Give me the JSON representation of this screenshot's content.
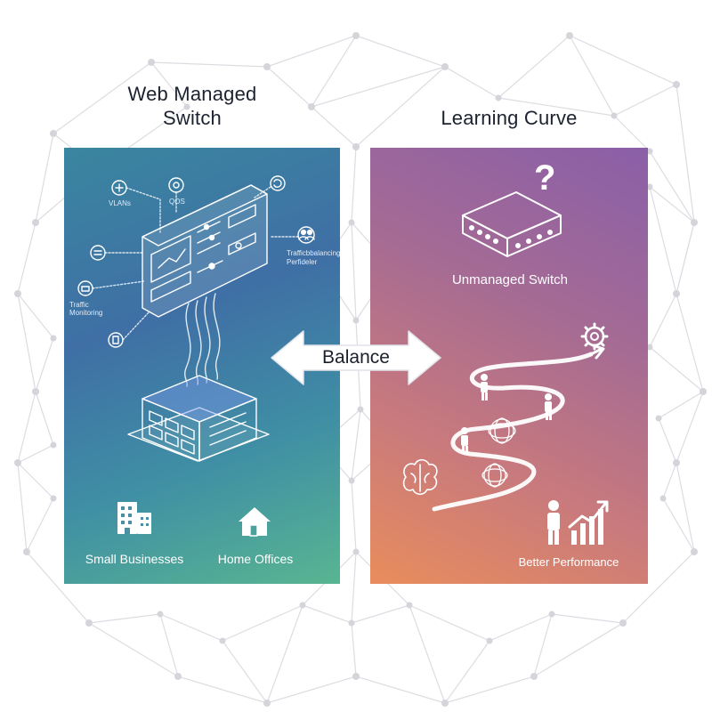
{
  "titles": {
    "left": "Web Managed\nSwitch",
    "right": "Learning Curve"
  },
  "left_panel": {
    "feature_labels": {
      "vlans": "VLANs",
      "qos": "QOS",
      "traffic_balancing": "Trafficbbalancing",
      "traffic_balancing_sub": "Perfideler",
      "traffic_monitoring": "Traffic\nMonitoring"
    },
    "bottom_items": [
      {
        "label": "Small Businesses",
        "icon": "building-icon"
      },
      {
        "label": "Home Offices",
        "icon": "house-icon"
      }
    ]
  },
  "right_panel": {
    "device_label": "Unmanaged Switch",
    "question_mark": "?",
    "bottom_label": "Better Performance"
  },
  "center": {
    "balance_label": "Balance"
  },
  "colors": {
    "left_panel_top": "#3f6fa5",
    "left_panel_bottom": "#58b591",
    "right_panel_top": "#8a5fa8",
    "right_panel_bottom": "#e98d5c",
    "network_lines": "#d9d9de"
  }
}
